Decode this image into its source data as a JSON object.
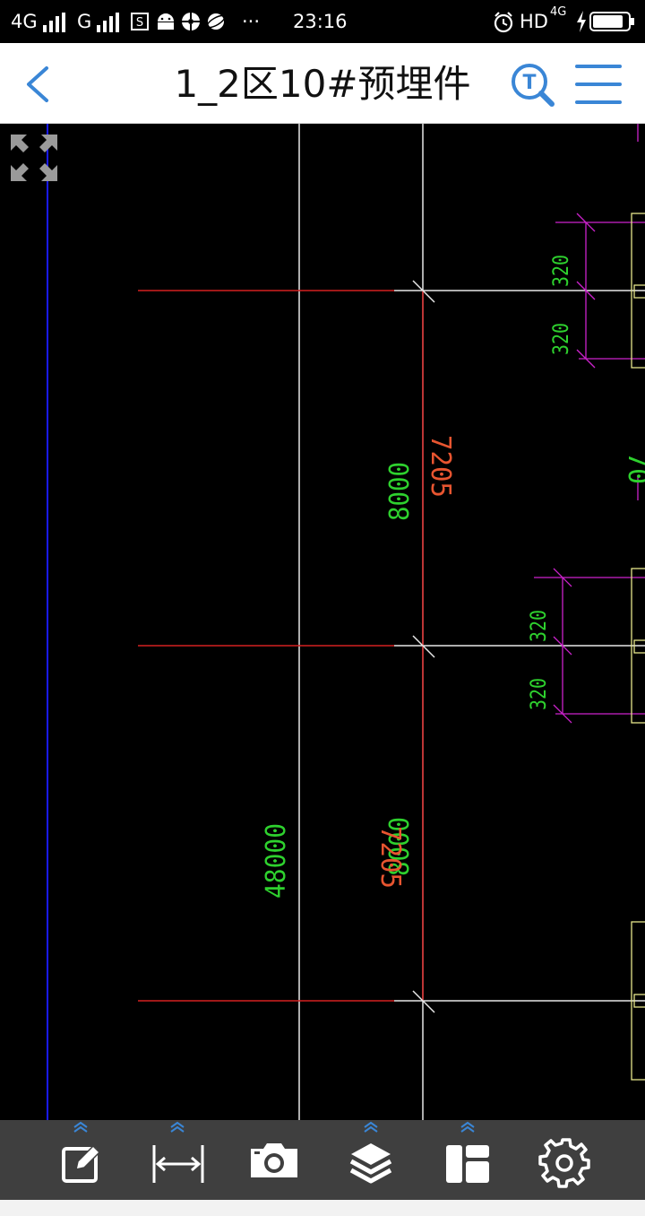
{
  "status_bar": {
    "signal_left": "4G",
    "signal_mid": "G",
    "more_dots": "···",
    "time": "23:16",
    "hd": "HD",
    "net_4g": "4G"
  },
  "header": {
    "title": "1_2区10#预埋件",
    "back_icon": "chevron-left-icon",
    "search_icon": "text-search-icon",
    "menu_icon": "hamburger-icon",
    "accent_color": "#3a86d6"
  },
  "drawing": {
    "dimensions": {
      "left_upper": "8000",
      "left_lower": "8000",
      "center_upper": "7205",
      "center_lower": "7205",
      "total": "48000",
      "right_upper_a": "320",
      "right_upper_b": "320",
      "right_mid_a": "320",
      "right_mid_b": "320",
      "right_edge_partial": "70"
    },
    "colors": {
      "red": "#d42020",
      "green": "#2ed12e",
      "magenta": "#cc22cc",
      "white": "#e8e8e8",
      "blue": "#1a1aff",
      "yellow": "#e6e68a",
      "orange": "#e85530"
    }
  },
  "toolbar": {
    "items": [
      {
        "name": "annotate",
        "icon": "edit-icon",
        "has_expand": true
      },
      {
        "name": "measure",
        "icon": "measure-icon",
        "has_expand": true
      },
      {
        "name": "camera",
        "icon": "camera-icon",
        "has_expand": false
      },
      {
        "name": "layers",
        "icon": "layers-icon",
        "has_expand": true
      },
      {
        "name": "layout",
        "icon": "layout-icon",
        "has_expand": true
      },
      {
        "name": "settings",
        "icon": "gear-icon",
        "has_expand": false
      }
    ]
  }
}
